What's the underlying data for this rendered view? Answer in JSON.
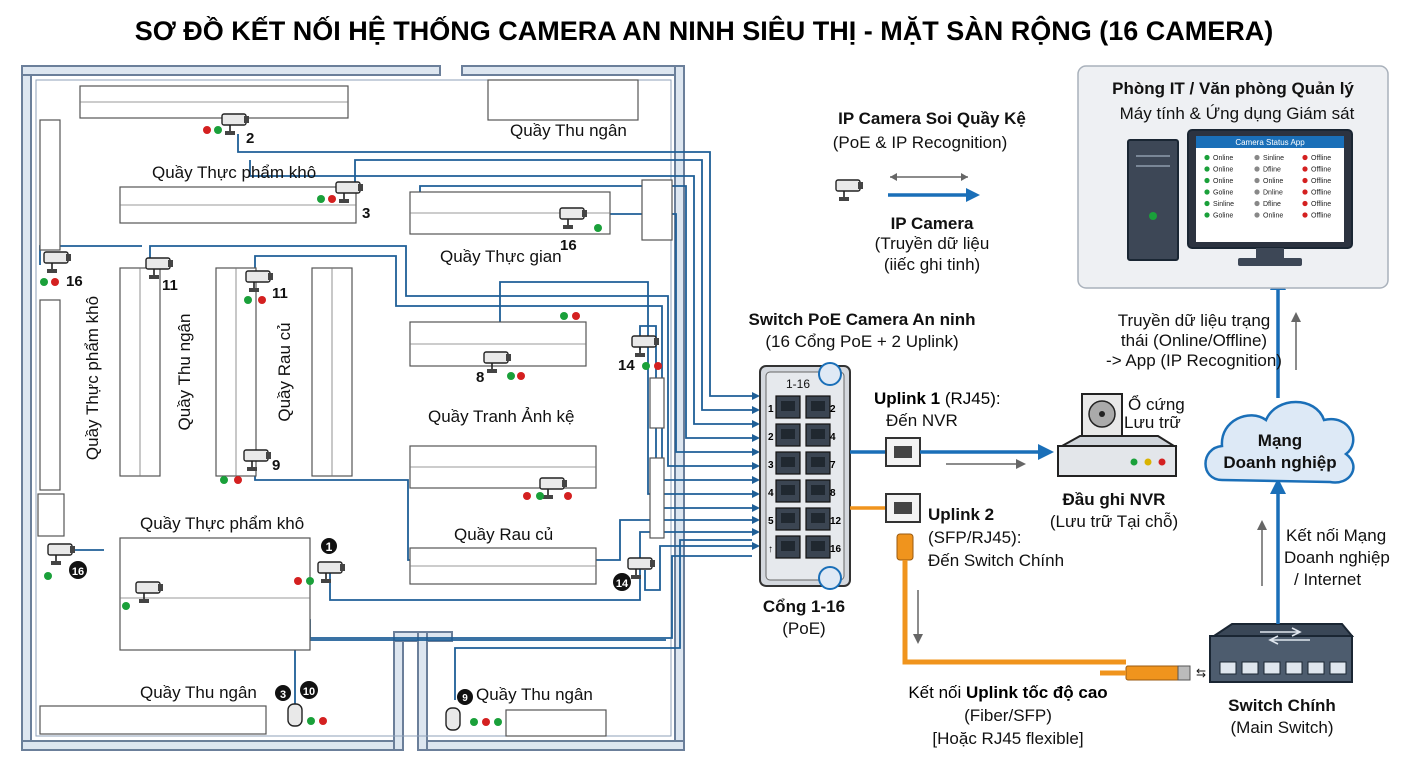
{
  "title": "SƠ ĐỒ KẾT NỐI HỆ THỐNG CAMERA AN NINH SIÊU THỊ - MẶT SÀN RỘNG (16 CAMERA)",
  "colors": {
    "wire": "#1f5f97",
    "accent": "#1a6fb8",
    "fiber": "#f0941d",
    "wall": "#6b7f9a",
    "wallFill": "#dde6f0",
    "ledGreen": "#1aa03a",
    "ledRed": "#d42020"
  },
  "floor": {
    "sections": {
      "cashier_top": "Quầy Thu ngân",
      "dry_food_top": "Quầy Thực phẩm khô",
      "spices": "Quầy Thực gian",
      "dry_food_vertical": "Quầy Thực phẩm khô",
      "cashier_vertical": "Quầy Thu ngân",
      "vegetables_vertical": "Quầy Rau củ",
      "display_shelf": "Quầy Tranh Ảnh kệ",
      "dry_food_bottom": "Quầy Thực phẩm khô",
      "vegetables_bottom": "Quầy Rau củ",
      "cashier_bottom_left": "Quầy Thu ngân",
      "cashier_bottom_right": "Quầy Thu ngân"
    },
    "camera_numbers": {
      "c2": "2",
      "c3": "3",
      "c16a": "16",
      "c16b": "16",
      "c11a": "11",
      "c11b": "11",
      "c8": "8",
      "c14a": "14",
      "c9a": "9",
      "c1": "1",
      "c16c": "16",
      "c14b": "14",
      "c3b": "3",
      "c10": "10",
      "c9b": "9"
    }
  },
  "legend": {
    "title": "IP Camera Soi Quầy Kệ",
    "subtitle": "(PoE & IP Recognition)",
    "ipcam_title": "IP Camera",
    "ipcam_line1": "(Truyền dữ liệu",
    "ipcam_line2": "(iiếc ghi tinh)"
  },
  "switch": {
    "title": "Switch PoE Camera An ninh",
    "subtitle": "(16 Cổng PoE + 2 Uplink)",
    "range_label": "1-16",
    "left_port_labels": [
      "1",
      "2",
      "3",
      "4",
      "5",
      "↑"
    ],
    "right_port_labels": [
      "2",
      "4",
      "7",
      "8",
      "12",
      "16"
    ],
    "ports_title": "Cổng 1-16",
    "ports_sub": "(PoE)"
  },
  "uplink1": {
    "bold": "Uplink 1",
    "rest": " (RJ45):",
    "line2": "Đến NVR"
  },
  "uplink2": {
    "bold": "Uplink 2",
    "line2": "(SFP/RJ45):",
    "line3": "Đến Switch Chính"
  },
  "hdd": {
    "line1": "Ổ cứng",
    "line2": "Lưu trữ"
  },
  "nvr": {
    "title": "Đầu ghi NVR",
    "subtitle": "(Lưu trữ Tại chỗ)"
  },
  "fiber_link": {
    "pre": "Kết nối ",
    "bold": "Uplink tốc độ cao",
    "line2": "(Fiber/SFP)",
    "line3": "[Hoặc RJ45 flexible]"
  },
  "main_switch": {
    "title": "Switch Chính",
    "subtitle": "(Main Switch)"
  },
  "cloud": {
    "line1": "Mạng",
    "line2": "Doanh nghiệp"
  },
  "enterprise_link": {
    "line1": "Kết nối Mạng",
    "line2": "Doanh nghiệp",
    "line3": "/ Internet"
  },
  "status_link": {
    "line1": "Truyền dữ liệu trạng",
    "line2": "thái (Online/Offline)",
    "line3": "-> App (IP Recognition)"
  },
  "it_room": {
    "title": "Phòng IT / Văn phòng Quản lý",
    "subtitle": "Máy tính & Ứng dụng Giám sát",
    "app_title": "Camera Status App",
    "rows": [
      [
        "Online",
        "Sinline",
        "Offline"
      ],
      [
        "Online",
        "Dfline",
        "Offline"
      ],
      [
        "Online",
        "Online",
        "Offline"
      ],
      [
        "Goline",
        "Dnline",
        "Offline"
      ],
      [
        "Sinline",
        "Dfline",
        "Offline"
      ],
      [
        "Goline",
        "Online",
        "Offline"
      ]
    ]
  }
}
